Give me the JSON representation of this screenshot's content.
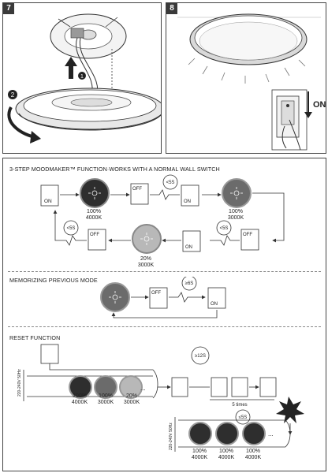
{
  "panels": {
    "step7": {
      "number": "7",
      "markers": [
        "1",
        "2"
      ]
    },
    "step8": {
      "number": "8",
      "switch_state": "ON"
    }
  },
  "sections": {
    "moodmaker": {
      "title": "3-STEP MOODMAKER™ FUNCTION·WORKS WITH A NORMAL WALL SWITCH",
      "switch_on": "ON",
      "switch_off": "OFF",
      "timer": "<5S",
      "modes": [
        {
          "percent": "100%",
          "kelvin": "4000K"
        },
        {
          "percent": "100%",
          "kelvin": "3000K"
        },
        {
          "percent": "20%",
          "kelvin": "3000K"
        }
      ]
    },
    "memorizing": {
      "title": "MEMORIZING PREVIOUS MODE",
      "switch_off": "OFF",
      "switch_on": "ON",
      "timer": "≥6S"
    },
    "reset": {
      "title": "RESET FUNCTION",
      "voltage": "220-240V 50Hz",
      "timer_long": "≥12S",
      "times": "5 times",
      "timer_short": "≤5S",
      "modes_before": [
        {
          "percent": "100%",
          "kelvin": "4000K"
        },
        {
          "percent": "100%",
          "kelvin": "3000K"
        },
        {
          "percent": "20%",
          "kelvin": "3000K"
        }
      ],
      "modes_after": [
        {
          "percent": "100%",
          "kelvin": "4000K"
        },
        {
          "percent": "100%",
          "kelvin": "4000K"
        },
        {
          "percent": "100%",
          "kelvin": "4000K"
        }
      ],
      "ellipsis": "..."
    }
  },
  "colors": {
    "dark_lamp": "#2e2e2e",
    "mid_lamp": "#6b6b6b",
    "light_lamp": "#b8b8b8",
    "line": "#333333"
  }
}
